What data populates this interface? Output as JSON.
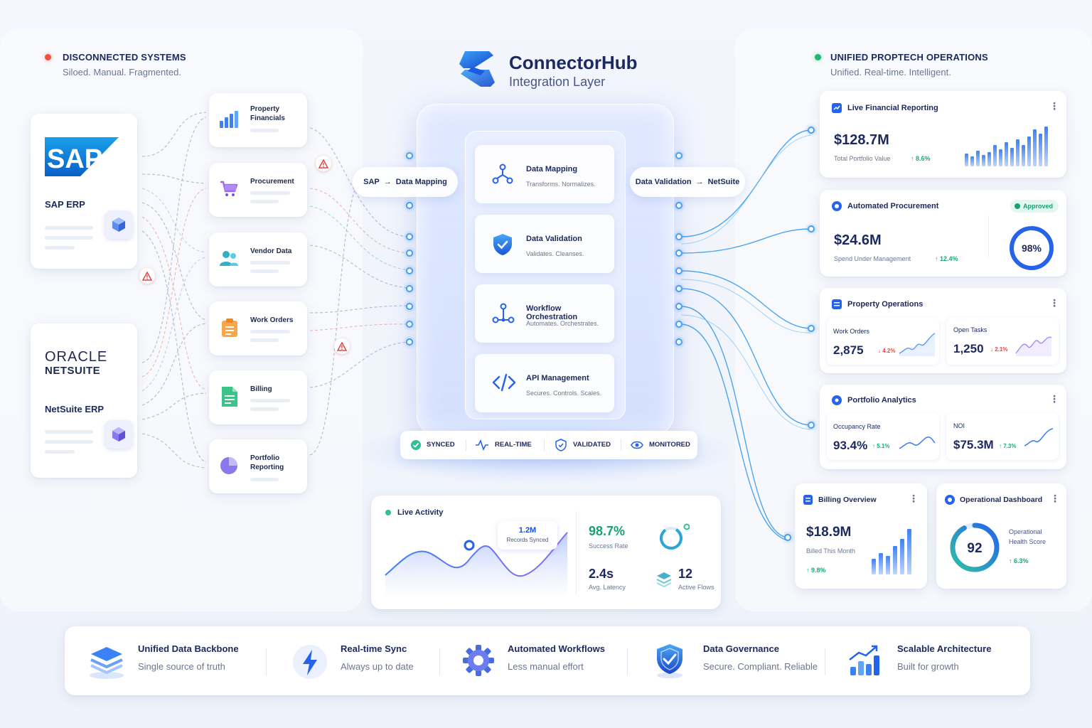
{
  "brand": {
    "name": "ConnectorHub",
    "subtitle": "Integration Layer"
  },
  "left_section": {
    "title": "DISCONNECTED SYSTEMS",
    "subtitle": "Siloed. Manual. Fragmented.",
    "status_color": "#f0503c"
  },
  "right_section": {
    "title": "UNIFIED PROPTECH OPERATIONS",
    "subtitle": "Unified. Real-time. Intelligent.",
    "status_color": "#22b573"
  },
  "erp_systems": [
    {
      "logo": "SAP",
      "label": "SAP ERP"
    },
    {
      "logo_top": "ORACLE",
      "logo_bottom": "NETSUITE",
      "label": "NetSuite ERP"
    }
  ],
  "modules": [
    {
      "label": "Property Financials",
      "icon": "bar-chart-icon"
    },
    {
      "label": "Procurement",
      "icon": "cart-icon"
    },
    {
      "label": "Vendor Data",
      "icon": "users-icon"
    },
    {
      "label": "Work Orders",
      "icon": "clipboard-icon"
    },
    {
      "label": "Billing",
      "icon": "document-icon"
    },
    {
      "label": "Portfolio Reporting",
      "icon": "pie-chart-icon"
    }
  ],
  "flow_pills": {
    "left": {
      "from": "SAP",
      "to": "Data Mapping"
    },
    "right": {
      "from": "Data Validation",
      "to": "NetSuite"
    }
  },
  "hub_functions": [
    {
      "title": "Data Mapping",
      "subtitle": "Transforms. Normalizes.",
      "icon": "share-nodes-icon"
    },
    {
      "title": "Data Validation",
      "subtitle": "Validates. Cleanses.",
      "icon": "shield-check-icon"
    },
    {
      "title": "Workflow Orchestration",
      "subtitle": "Automates. Orchestrates.",
      "icon": "workflow-icon"
    },
    {
      "title": "API Management",
      "subtitle": "Secures. Controls. Scales.",
      "icon": "code-icon"
    }
  ],
  "status_bar": [
    "SYNCED",
    "REAL-TIME",
    "VALIDATED",
    "MONITORED"
  ],
  "live_activity": {
    "title": "Live Activity",
    "tooltip_value": "1.2M",
    "tooltip_label": "Records Synced",
    "success_rate": "98.7%",
    "success_label": "Success Rate",
    "latency": "2.4s",
    "latency_label": "Avg. Latency",
    "flows": "12",
    "flows_label": "Active Flows"
  },
  "dashboards": {
    "financial": {
      "title": "Live Financial Reporting",
      "value": "$128.7M",
      "label": "Total Portfolio Value",
      "change": "↑ 8.6%"
    },
    "procurement": {
      "title": "Automated Procurement",
      "badge": "Approved",
      "value": "$24.6M",
      "label": "Spend Under Management",
      "change": "↑ 12.4%",
      "gauge": "98%",
      "gauge_fraction": 0.98
    },
    "operations": {
      "title": "Property Operations",
      "work_orders_label": "Work Orders",
      "work_orders": "2,875",
      "work_orders_change": "↓ 4.2%",
      "open_tasks_label": "Open Tasks",
      "open_tasks": "1,250",
      "open_tasks_change": "↓ 2.1%"
    },
    "analytics": {
      "title": "Portfolio Analytics",
      "occupancy_label": "Occupancy Rate",
      "occupancy": "93.4%",
      "occupancy_change": "↑ 5.1%",
      "noi_label": "NOI",
      "noi": "$75.3M",
      "noi_change": "↑ 7.3%"
    },
    "billing": {
      "title": "Billing Overview",
      "value": "$18.9M",
      "label": "Billed This Month",
      "change": "↑ 9.8%"
    },
    "operational": {
      "title": "Operational Dashboard",
      "score": "92",
      "score_fraction": 0.92,
      "label_line1": "Operational",
      "label_line2": "Health Score",
      "change": "↑ 6.3%"
    }
  },
  "features": [
    {
      "title": "Unified Data Backbone",
      "subtitle": "Single source of truth",
      "icon": "layers-icon"
    },
    {
      "title": "Real-time Sync",
      "subtitle": "Always up to date",
      "icon": "lightning-icon"
    },
    {
      "title": "Automated Workflows",
      "subtitle": "Less manual effort",
      "icon": "gear-icon"
    },
    {
      "title": "Data Governance",
      "subtitle": "Secure. Compliant. Reliable",
      "icon": "shield-icon"
    },
    {
      "title": "Scalable Architecture",
      "subtitle": "Built for growth",
      "icon": "growth-chart-icon"
    }
  ],
  "colors": {
    "primary": "#2563eb",
    "accent": "#4aa0f0",
    "success": "#18a878",
    "danger": "#e04848",
    "navy": "#1d2a60"
  }
}
